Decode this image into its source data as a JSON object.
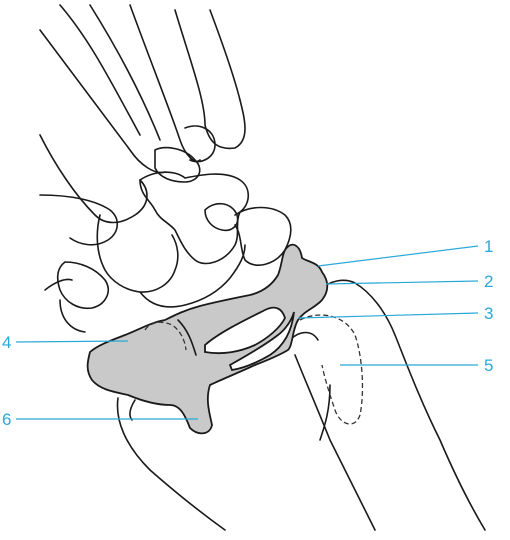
{
  "figure": {
    "labels": [
      "1",
      "2",
      "3",
      "4",
      "5",
      "6"
    ],
    "colors": {
      "label": "#2aa8d8",
      "shading": "#c9c9c9",
      "outline": "#1a1a1a"
    }
  }
}
